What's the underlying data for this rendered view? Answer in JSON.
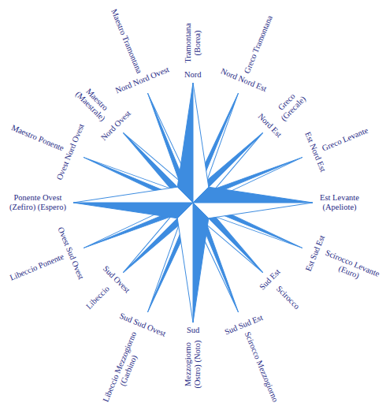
{
  "diagram": {
    "labels": [
      "Tramontana (Borea)",
      "Nord",
      "Greco Tramontana",
      "Nord Nord Est",
      "Greco (Grecale)",
      "Nord Est",
      "Greco Levante",
      "Est Nord Est",
      "Est Levante (Apeliote)",
      "Scirocco Levante (Euro)",
      "Est Sud Est",
      "Scirocco",
      "Sud Est",
      "Scirocco Mezzogiorno",
      "Sud Sud Est",
      "Mezzogiorno (Ostro) (Noto)",
      "Sud",
      "Libeccio Mezzogiorno (Garbino)",
      "Sud Sud Ovest",
      "Libeccio",
      "Sud Ovest",
      "Libeccio Ponente",
      "Ovest Sud Ovest",
      "Ponente Ovest (Zefiro) (Espero)",
      "Maestro Ponente",
      "Ovest Nord Ovest",
      "Maestro (Maestrale)",
      "Nord Ovest",
      "Maestro Tramontana",
      "Nord Nord Ovest"
    ]
  }
}
